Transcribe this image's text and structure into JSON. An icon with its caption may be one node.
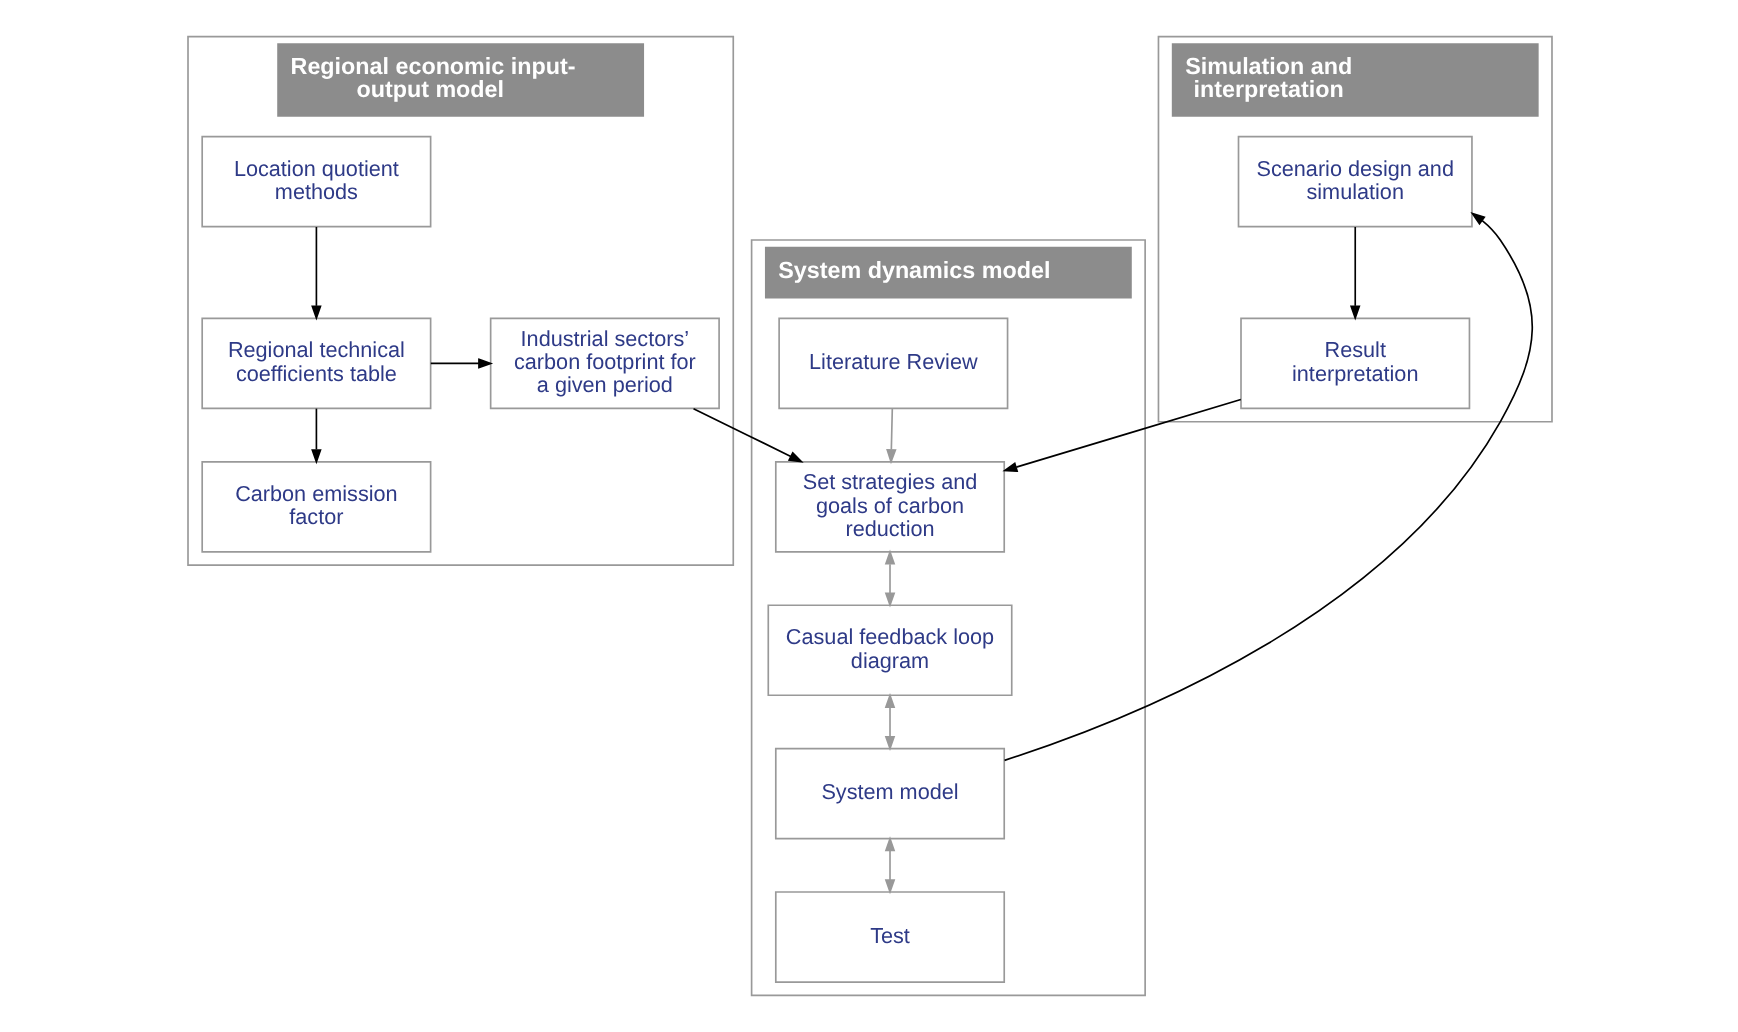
{
  "diagram": {
    "nodes": [
      {
        "text": [
          "Regional economic input-output model"
        ]
      },
      {
        "text": [
          "Location quotient methods"
        ],
        "in": 0
      },
      {
        "text": [
          "Regional technical coefficients table"
        ],
        "in": 0
      },
      {
        "text": [
          "Carbon emission factor"
        ],
        "in": 0
      },
      {
        "text": [
          "Industrial sectors’ carbon footprint for a given period"
        ],
        "in": 0
      },
      {
        "text": [
          "System dynamics model"
        ]
      },
      {
        "text": [
          "Literature Review"
        ],
        "in": 5
      },
      {
        "text": [
          "Set strategies and goals of carbon reduction"
        ],
        "in": 5
      },
      {
        "text": [
          "Casual feedback loop diagram"
        ],
        "in": 5
      },
      {
        "text": [
          "System model"
        ],
        "in": 5
      },
      {
        "text": [
          "Test"
        ],
        "in": 5
      },
      {
        "text": [
          "Simulation and interpretation"
        ]
      },
      {
        "text": [
          "Scenario design and simulation"
        ],
        "in": 11
      },
      {
        "text": [
          "Result interpretation"
        ],
        "in": 11
      }
    ],
    "edges": [
      {
        "from": 1,
        "to": 2,
        "arrow": "to"
      },
      {
        "from": 2,
        "to": 3,
        "arrow": "to"
      },
      {
        "from": 2,
        "to": 4,
        "arrow": "to"
      },
      {
        "from": 4,
        "to": 7,
        "arrow": "to"
      },
      {
        "from": 6,
        "to": 7,
        "arrow": "to",
        "color": "#999999"
      },
      {
        "from": 7,
        "to": 8,
        "arrow": "both",
        "color": "#999999"
      },
      {
        "from": 8,
        "to": 9,
        "arrow": "both",
        "color": "#999999"
      },
      {
        "from": 9,
        "to": 10,
        "arrow": "both",
        "color": "#999999"
      },
      {
        "from": 9,
        "to": 12,
        "arrow": "to"
      },
      {
        "from": 12,
        "to": 13,
        "arrow": "to"
      },
      {
        "from": 13,
        "to": 7,
        "arrow": "to"
      }
    ]
  }
}
